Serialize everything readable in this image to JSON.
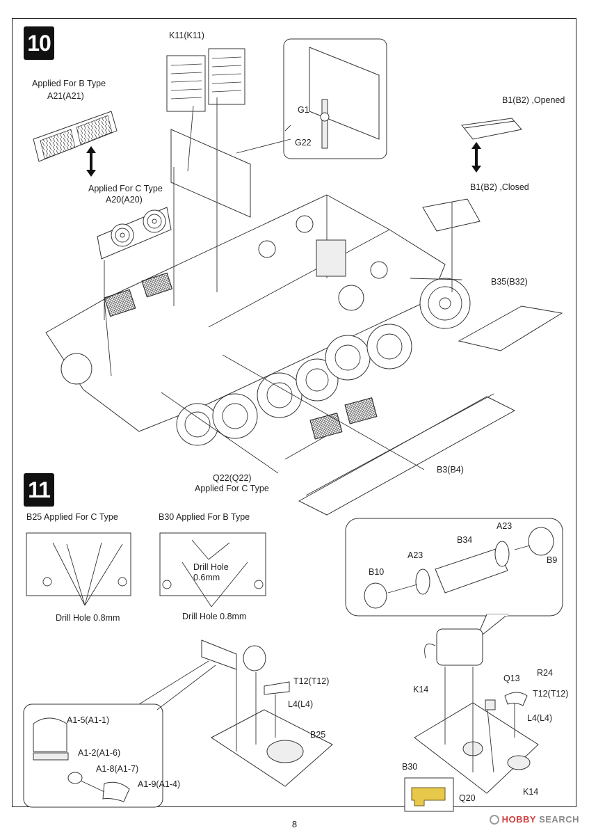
{
  "step10": {
    "number": "10",
    "labels": {
      "k11": "K11(K11)",
      "applied_b": "Applied For B Type",
      "a21": "A21(A21)",
      "applied_c": "Applied For C Type",
      "a20": "A20(A20)",
      "g1": "G1",
      "g22": "G22",
      "b1_opened": "B1(B2) ,Opened",
      "b1_closed": "B1(B2) ,Closed",
      "b35": "B35(B32)",
      "b3": "B3(B4)",
      "q22": "Q22(Q22)",
      "q22_note": "Applied For C Type"
    }
  },
  "step11": {
    "number": "11",
    "labels": {
      "b25_title": "B25 Applied For C Type",
      "b30_title": "B30 Applied For B Type",
      "drill_08_left": "Drill Hole 0.8mm",
      "drill_06": "Drill Hole",
      "drill_06_size": "0.6mm",
      "drill_08_right": "Drill Hole 0.8mm",
      "a23_top": "A23",
      "b34": "B34",
      "a23_mid": "A23",
      "b9": "B9",
      "b10": "B10",
      "t12_left": "T12(T12)",
      "l4_left": "L4(L4)",
      "b25": "B25",
      "a1_5": "A1-5(A1-1)",
      "a1_2": "A1-2(A1-6)",
      "a1_8": "A1-8(A1-7)",
      "a1_9": "A1-9(A1-4)",
      "k14_top": "K14",
      "q13": "Q13",
      "r24": "R24",
      "t12_right": "T12(T12)",
      "l4_right": "L4(L4)",
      "b30": "B30",
      "q20": "Q20",
      "k14_bottom": "K14"
    }
  },
  "footer": {
    "page_number": "8",
    "watermark_brand": "HOBBY",
    "watermark_rest": "SEARCH"
  }
}
